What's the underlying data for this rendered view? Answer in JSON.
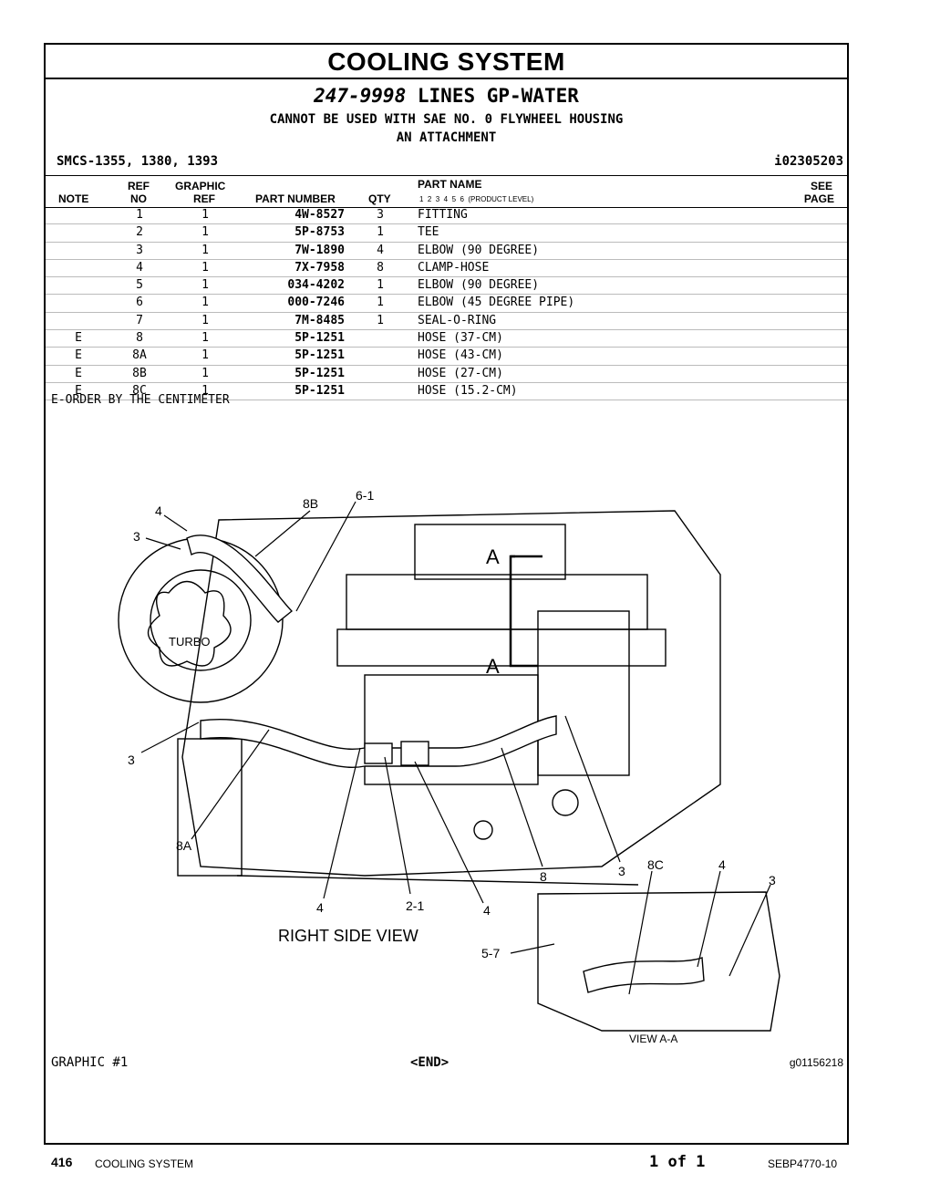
{
  "section_title": "COOLING SYSTEM",
  "group": {
    "number": "247-9998",
    "name": "LINES GP-WATER"
  },
  "subtitles": [
    "CANNOT BE USED WITH SAE NO. 0 FLYWHEEL HOUSING",
    "AN ATTACHMENT"
  ],
  "smcs": "SMCS-1355, 1380, 1393",
  "info_id": "i02305203",
  "table": {
    "headers": {
      "note": "NOTE",
      "ref_top": "REF",
      "ref_bottom": "NO",
      "graphic_top": "GRAPHIC",
      "graphic_bottom": "REF",
      "part_number": "PART NUMBER",
      "qty": "QTY",
      "part_name": "PART NAME",
      "levels": "1  2  3  4  5  6  (PRODUCT LEVEL)",
      "see_top": "SEE",
      "see_bottom": "PAGE"
    },
    "rows": [
      {
        "note": "",
        "ref": "1",
        "graphic": "1",
        "part": "4W-8527",
        "qty": "3",
        "name": "FITTING"
      },
      {
        "note": "",
        "ref": "2",
        "graphic": "1",
        "part": "5P-8753",
        "qty": "1",
        "name": "TEE"
      },
      {
        "note": "",
        "ref": "3",
        "graphic": "1",
        "part": "7W-1890",
        "qty": "4",
        "name": "ELBOW (90 DEGREE)"
      },
      {
        "note": "",
        "ref": "4",
        "graphic": "1",
        "part": "7X-7958",
        "qty": "8",
        "name": "CLAMP-HOSE"
      },
      {
        "note": "",
        "ref": "5",
        "graphic": "1",
        "part": "034-4202",
        "qty": "1",
        "name": "ELBOW (90 DEGREE)"
      },
      {
        "note": "",
        "ref": "6",
        "graphic": "1",
        "part": "000-7246",
        "qty": "1",
        "name": "ELBOW (45 DEGREE PIPE)"
      },
      {
        "note": "",
        "ref": "7",
        "graphic": "1",
        "part": "7M-8485",
        "qty": "1",
        "name": "SEAL-O-RING"
      },
      {
        "note": "E",
        "ref": "8",
        "graphic": "1",
        "part": "5P-1251",
        "qty": "",
        "name": "HOSE (37-CM)"
      },
      {
        "note": "E",
        "ref": "8A",
        "graphic": "1",
        "part": "5P-1251",
        "qty": "",
        "name": "HOSE (43-CM)"
      },
      {
        "note": "E",
        "ref": "8B",
        "graphic": "1",
        "part": "5P-1251",
        "qty": "",
        "name": "HOSE (27-CM)"
      },
      {
        "note": "E",
        "ref": "8C",
        "graphic": "1",
        "part": "5P-1251",
        "qty": "",
        "name": "HOSE (15.2-CM)"
      }
    ]
  },
  "footnote": "E-ORDER BY THE CENTIMETER",
  "illustration": {
    "callouts": [
      "4",
      "8B",
      "6-1",
      "3",
      "TURBO",
      "A",
      "A",
      "3",
      "8A",
      "4",
      "2-1",
      "4",
      "8",
      "3",
      "8C",
      "4",
      "3",
      "5-7"
    ],
    "view_label": "RIGHT SIDE VIEW",
    "detail_label": "VIEW A-A"
  },
  "graphic_label": "GRAPHIC #1",
  "end_label": "<END>",
  "graphic_id": "g01156218",
  "footer": {
    "page": "416",
    "section": "COOLING SYSTEM",
    "pagination": "1 of 1",
    "doc": "SEBP4770-10"
  }
}
